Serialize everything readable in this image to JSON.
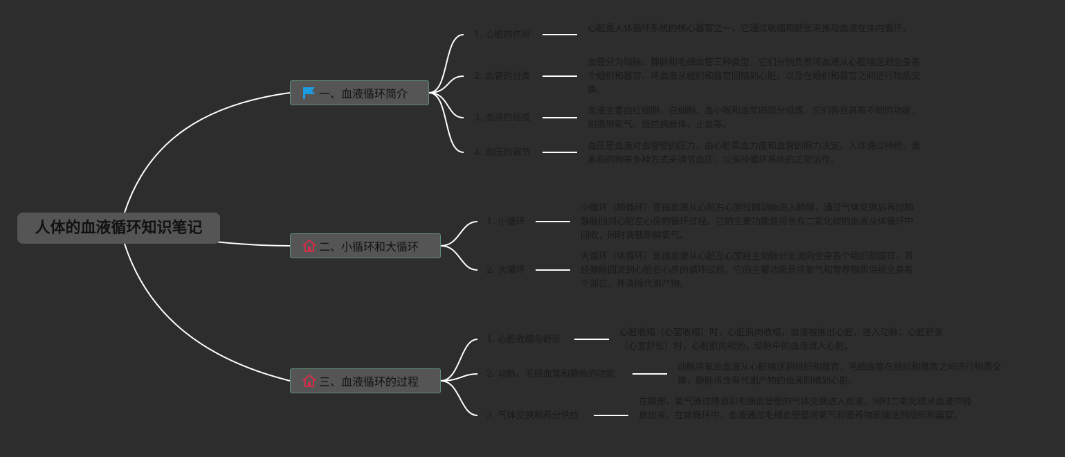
{
  "root": {
    "title": "人体的血液循环知识笔记"
  },
  "branches": [
    {
      "label": "一、血液循环简介",
      "icon": "blue-flag-icon",
      "children": [
        {
          "label": "1. 心脏的作用",
          "desc": "心脏是人体循环系统的核心器官之一，它通过收缩和舒张来推动血液在体内循环。"
        },
        {
          "label": "2. 血管的分类",
          "desc": "血管分为动脉、静脉和毛细血管三种类型，它们分别负责将血液从心脏输送到全身各个组织和器官、将血液从组织和器官回输到心脏，以及在组织和器官之间进行物质交换。"
        },
        {
          "label": "3. 血液的组成",
          "desc": "血液主要由红细胞、白细胞、血小板和血浆四部分组成，它们各自具有不同的功能，如携带氧气、抵抗病原体、止血等。"
        },
        {
          "label": "4. 血压的调节",
          "desc": "血压是血液对血管壁的压力，由心脏泵血力度和血管的阻力决定。人体通过神经、激素和药物等多种方式来调节血压，以保持循环系统的正常运作。"
        }
      ]
    },
    {
      "label": "二、小循环和大循环",
      "icon": "red-house-icon",
      "children": [
        {
          "label": "1. 小循环",
          "desc": "小循环（肺循环）是指血液从心脏右心室经肺动脉进入肺部，通过气体交换后再经肺静脉回到心脏左心房的循环过程。它的主要功能是将含有二氧化碳的血液从体循环中回收，同时装载新鲜氧气。"
        },
        {
          "label": "2. 大循环",
          "desc": "大循环（体循环）是指血液从心脏左心室经主动脉分支流向全身各个组织和器官，再经静脉回流到心脏右心房的循环过程。它的主要功能是将氧气和营养物质供给全身各个部位，并清除代谢产物。"
        }
      ]
    },
    {
      "label": "三、血液循环的过程",
      "icon": "red-house-icon",
      "children": [
        {
          "label": "1. 心脏收缩与舒张",
          "desc": "心脏收缩（心室收缩）时，心脏肌肉收缩，血液被推出心脏，进入动脉；心脏舒张（心室舒张）时，心脏肌肉松弛，动脉中的血液流入心脏。"
        },
        {
          "label": "2. 动脉、毛细血管和静脉的功能",
          "desc": "动脉将氧合血液从心脏输送到组织和器官，毛细血管在组织和器官之间进行物质交换，静脉将含有代谢产物的血液回输到心脏。"
        },
        {
          "label": "3. 气体交换和养分供给",
          "desc": "在肺部，氧气通过肺泡和毛细血管壁的气体交换进入血液，同时二氧化碳从血液中释放出来。在体循环中，血液通过毛细血管壁将氧气和营养物质输送到组织和器官。"
        }
      ]
    }
  ],
  "colors": {
    "background": "#2d2d2d",
    "node_fill": "#555555",
    "node_border": "#5f8d79",
    "connector": "#ffffff",
    "text": "#1a1a1a",
    "flag_icon": "#1e9be0",
    "house_icon": "#d0304a"
  }
}
